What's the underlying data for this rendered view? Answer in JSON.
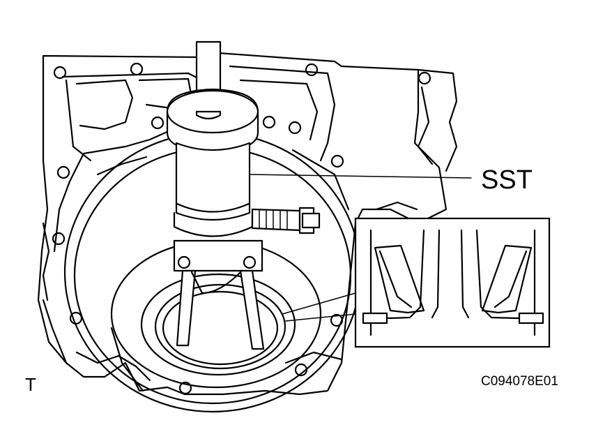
{
  "callout_label": "SST",
  "figure_code": "C094078E01",
  "corner_mark": "T",
  "colors": {
    "line": "#000000",
    "background": "#ffffff"
  }
}
